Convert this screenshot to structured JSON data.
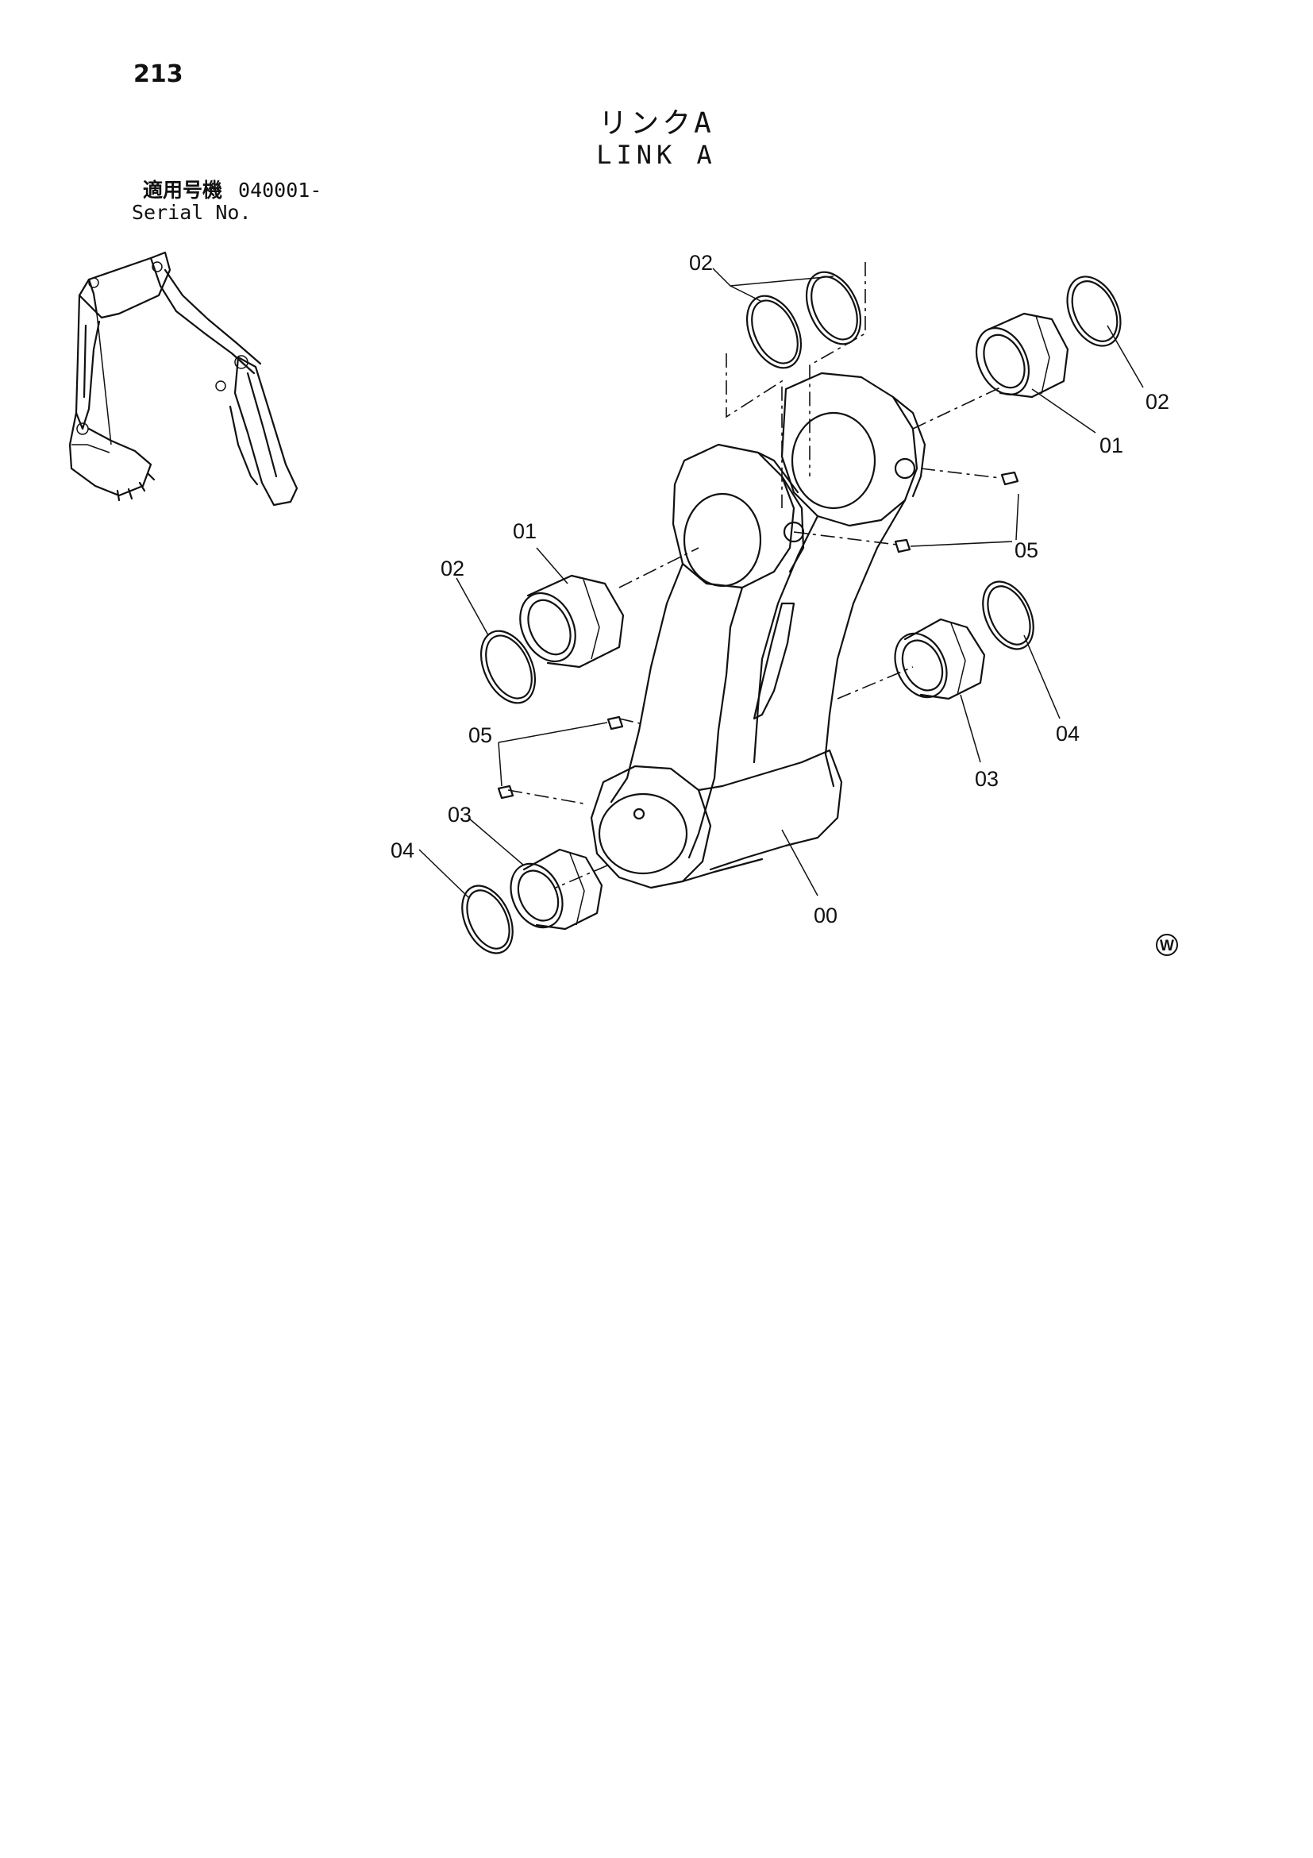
{
  "page": {
    "number": "213",
    "title_ja": "リンクA",
    "title_en": "LINK A",
    "serial_label_ja": "適用号機",
    "serial_value": "040001-",
    "serial_label_en": "Serial No."
  },
  "callouts": {
    "c00": "00",
    "c01_left": "01",
    "c01_right": "01",
    "c02_top": "02",
    "c02_left": "02",
    "c02_right": "02",
    "c03_left": "03",
    "c03_right": "03",
    "c04_left": "04",
    "c04_right": "04",
    "c05_right": "05",
    "c05_left": "05"
  },
  "mark": {
    "symbol": "W"
  }
}
